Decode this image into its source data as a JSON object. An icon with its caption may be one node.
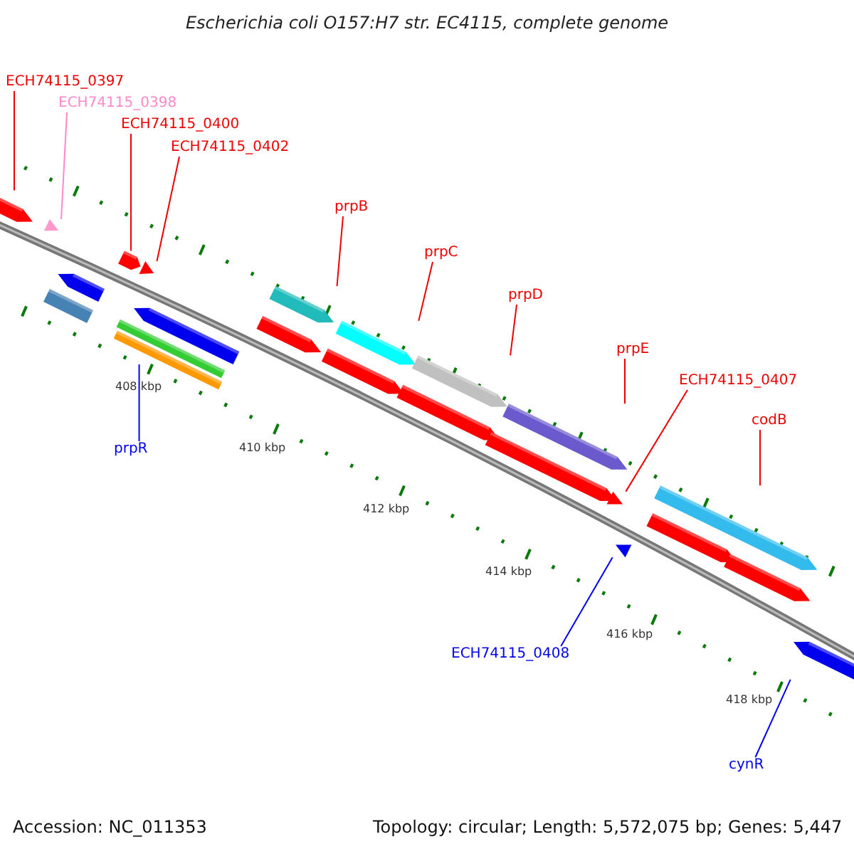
{
  "diagram": {
    "title": "Escherichia coli O157:H7 str. EC4115, complete genome",
    "nodes": [
      {
        "text": [
          "ECH74115_0397"
        ]
      },
      {
        "text": [
          "ECH74115_0398"
        ]
      },
      {
        "text": [
          "ECH74115_0400"
        ]
      },
      {
        "text": [
          "ECH74115_0402"
        ]
      },
      {
        "text": [
          "prpB"
        ]
      },
      {
        "text": [
          "prpC"
        ]
      },
      {
        "text": [
          "prpD"
        ]
      },
      {
        "text": [
          "prpE"
        ]
      },
      {
        "text": [
          "ECH74115_0407"
        ]
      },
      {
        "text": [
          "codB"
        ]
      },
      {
        "text": [
          "prpR"
        ]
      },
      {
        "text": [
          "ECH74115_0408"
        ]
      },
      {
        "text": [
          "cynR"
        ]
      },
      {
        "text": [],
        "shape": "arrow"
      },
      {
        "text": [],
        "shape": "triangle"
      },
      {
        "text": [],
        "shape": "arrow"
      },
      {
        "text": [],
        "shape": "triangle"
      },
      {
        "text": [],
        "shape": "arrow"
      },
      {
        "text": [],
        "shape": "arrow"
      },
      {
        "text": [],
        "shape": "arrow"
      },
      {
        "text": [],
        "shape": "arrow"
      },
      {
        "text": [],
        "shape": "triangle"
      },
      {
        "text": [],
        "shape": "arrow"
      },
      {
        "text": [],
        "shape": "arrow"
      },
      {
        "text": [],
        "shape": "triangle"
      },
      {
        "text": [],
        "shape": "arrow"
      }
    ],
    "edges": [
      {
        "from": 0,
        "to": 13,
        "arrow": "none"
      },
      {
        "from": 1,
        "to": 14,
        "arrow": "none",
        "color": "#ff88cc"
      },
      {
        "from": 2,
        "to": 15,
        "arrow": "none"
      },
      {
        "from": 3,
        "to": 16,
        "arrow": "none"
      },
      {
        "from": 4,
        "to": 17,
        "arrow": "none"
      },
      {
        "from": 5,
        "to": 18,
        "arrow": "none"
      },
      {
        "from": 6,
        "to": 19,
        "arrow": "none"
      },
      {
        "from": 7,
        "to": 20,
        "arrow": "none"
      },
      {
        "from": 8,
        "to": 21,
        "arrow": "none"
      },
      {
        "from": 9,
        "to": 22,
        "arrow": "none"
      },
      {
        "from": 10,
        "to": 23,
        "arrow": "none",
        "color": "#0000ee"
      },
      {
        "from": 11,
        "to": 24,
        "arrow": "none",
        "color": "#0000ee"
      },
      {
        "from": 12,
        "to": 25,
        "arrow": "none",
        "color": "#0000ee"
      }
    ],
    "labels": [
      "408 kbp",
      "410 kbp",
      "412 kbp",
      "414 kbp",
      "416 kbp",
      "418 kbp",
      "Accession: NC_011353",
      "Topology: circular; Length: 5,572,075 bp; Genes: 5,447"
    ]
  }
}
